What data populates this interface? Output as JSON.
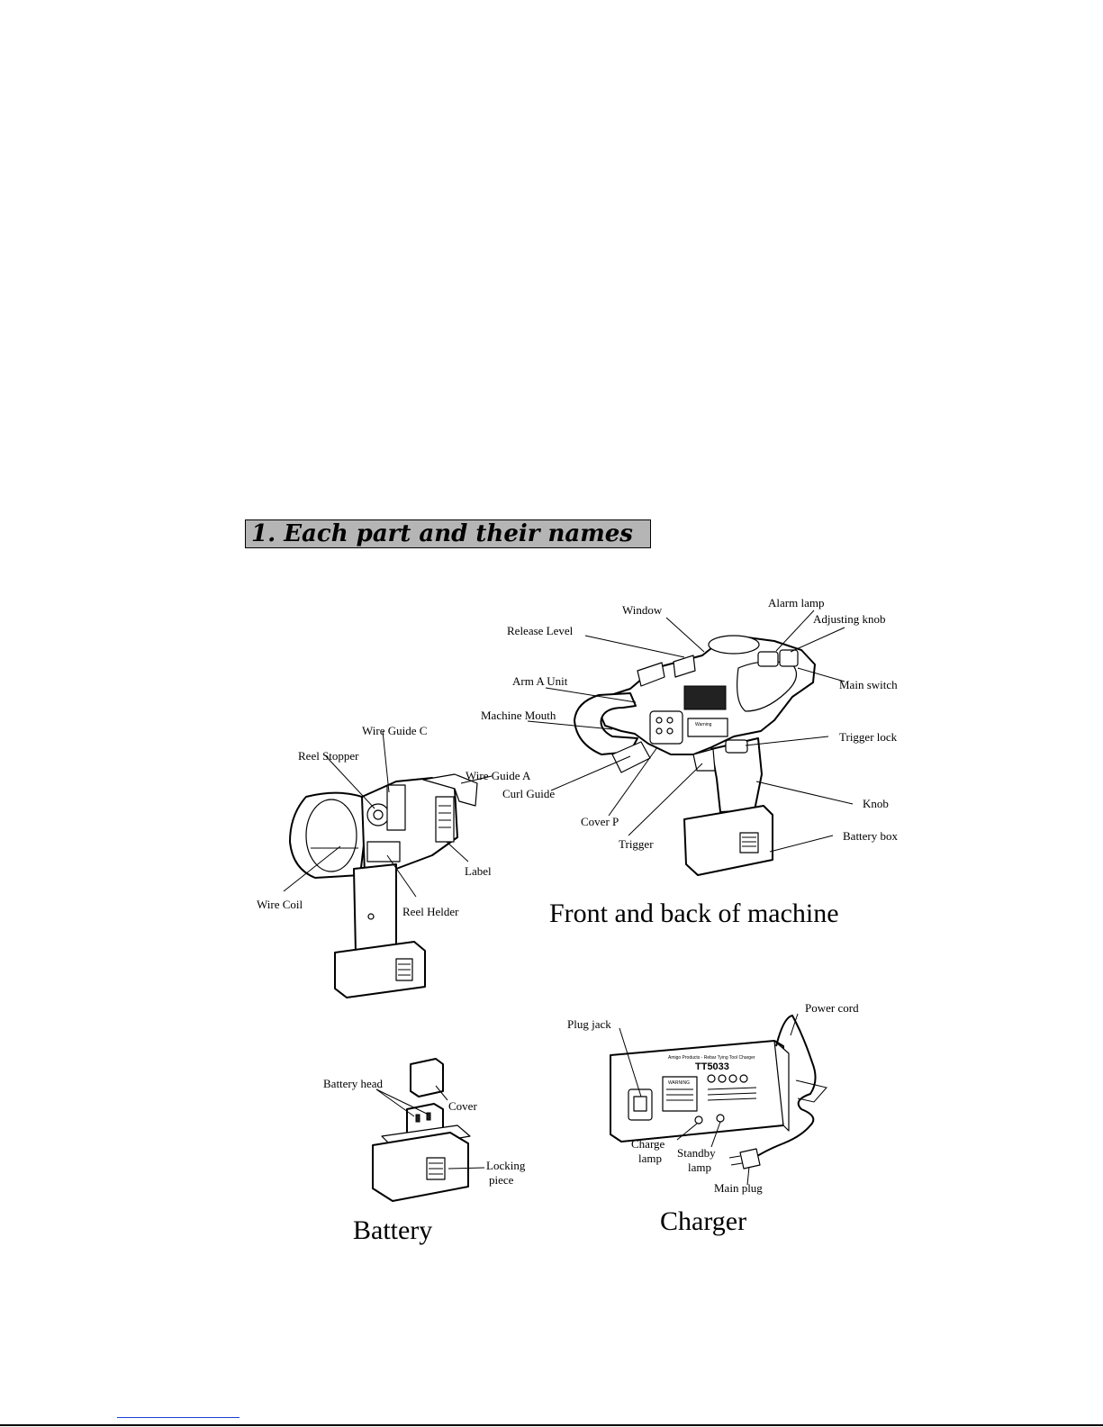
{
  "section_title": "1. Each part and their names",
  "machine": {
    "caption": "Front and back of machine",
    "labels": {
      "window": "Window",
      "alarm_lamp": "Alarm lamp",
      "adjusting_knob": "Adjusting knob",
      "release_level": "Release Level",
      "arm_a_unit": "Arm A Unit",
      "main_switch": "Main switch",
      "machine_mouth": "Machine Mouth",
      "wire_guide_c": "Wire Guide C",
      "reel_stopper": "Reel Stopper",
      "trigger_lock": "Trigger lock",
      "wire_guide_a": "Wire Guide A",
      "curl_guide": "Curl Guide",
      "knob": "Knob",
      "cover_p": "Cover P",
      "battery_box": "Battery box",
      "trigger": "Trigger",
      "label": "Label",
      "wire_coil": "Wire Coil",
      "reel_helder": "Reel Helder"
    },
    "front_panel_text": "Warning"
  },
  "battery": {
    "caption": "Battery",
    "labels": {
      "battery_head": "Battery head",
      "cover": "Cover",
      "locking": "Locking",
      "piece": "piece"
    }
  },
  "charger": {
    "caption": "Charger",
    "model": "TT5033",
    "header_text": "Amigo Products - Rebar Tying Tool Charger",
    "warning_text": "WARNING",
    "labels": {
      "plug_jack": "Plug jack",
      "power_cord": "Power cord",
      "charge": "Charge",
      "charge_lamp": "lamp",
      "standby": "Standby",
      "standby_lamp": "lamp",
      "main_plug": "Main plug"
    }
  }
}
